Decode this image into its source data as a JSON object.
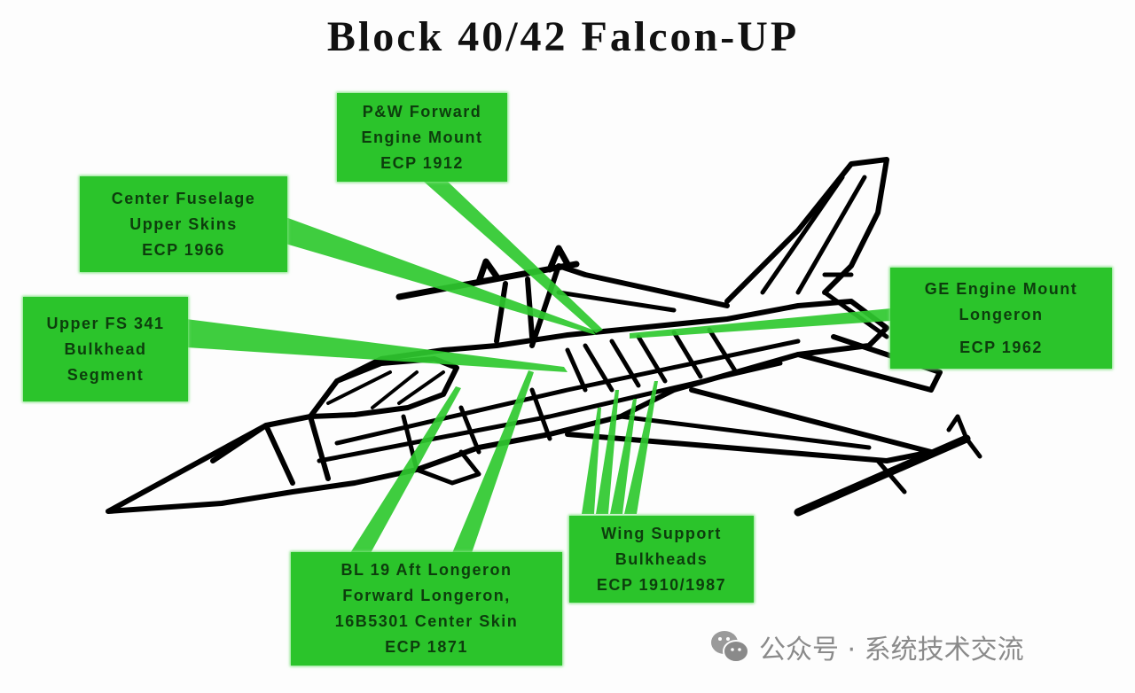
{
  "title": "Block 40/42 Falcon-UP",
  "colors": {
    "callout_fill": "#2bc42b",
    "callout_text": "#0d3d0d",
    "leader_line": "#2fc92f",
    "aircraft_outline": "#000000"
  },
  "callouts": [
    {
      "id": "pw-forward-engine-mount",
      "lines": [
        "P&W Forward",
        "Engine Mount",
        "ECP 1912"
      ]
    },
    {
      "id": "center-fuselage-upper-skins",
      "lines": [
        "Center Fuselage",
        "Upper Skins",
        "ECP 1966"
      ]
    },
    {
      "id": "upper-fs-341-bulkhead",
      "lines": [
        "Upper FS 341",
        "Bulkhead",
        "Segment"
      ]
    },
    {
      "id": "ge-engine-mount-longeron",
      "lines": [
        "GE Engine Mount",
        "Longeron",
        "ECP 1962"
      ]
    },
    {
      "id": "bl19-aft-longeron",
      "lines": [
        "BL 19 Aft Longeron",
        "Forward Longeron,",
        "16B5301 Center Skin",
        "ECP 1871"
      ]
    },
    {
      "id": "wing-support-bulkheads",
      "lines": [
        "Wing Support",
        "Bulkheads",
        "ECP 1910/1987"
      ]
    }
  ],
  "aircraft": {
    "subject": "F-16 fighter line drawing",
    "icon": "aircraft-illustration"
  },
  "watermark": {
    "icon": "wechat-icon",
    "text": "公众号 · 系统技术交流"
  }
}
